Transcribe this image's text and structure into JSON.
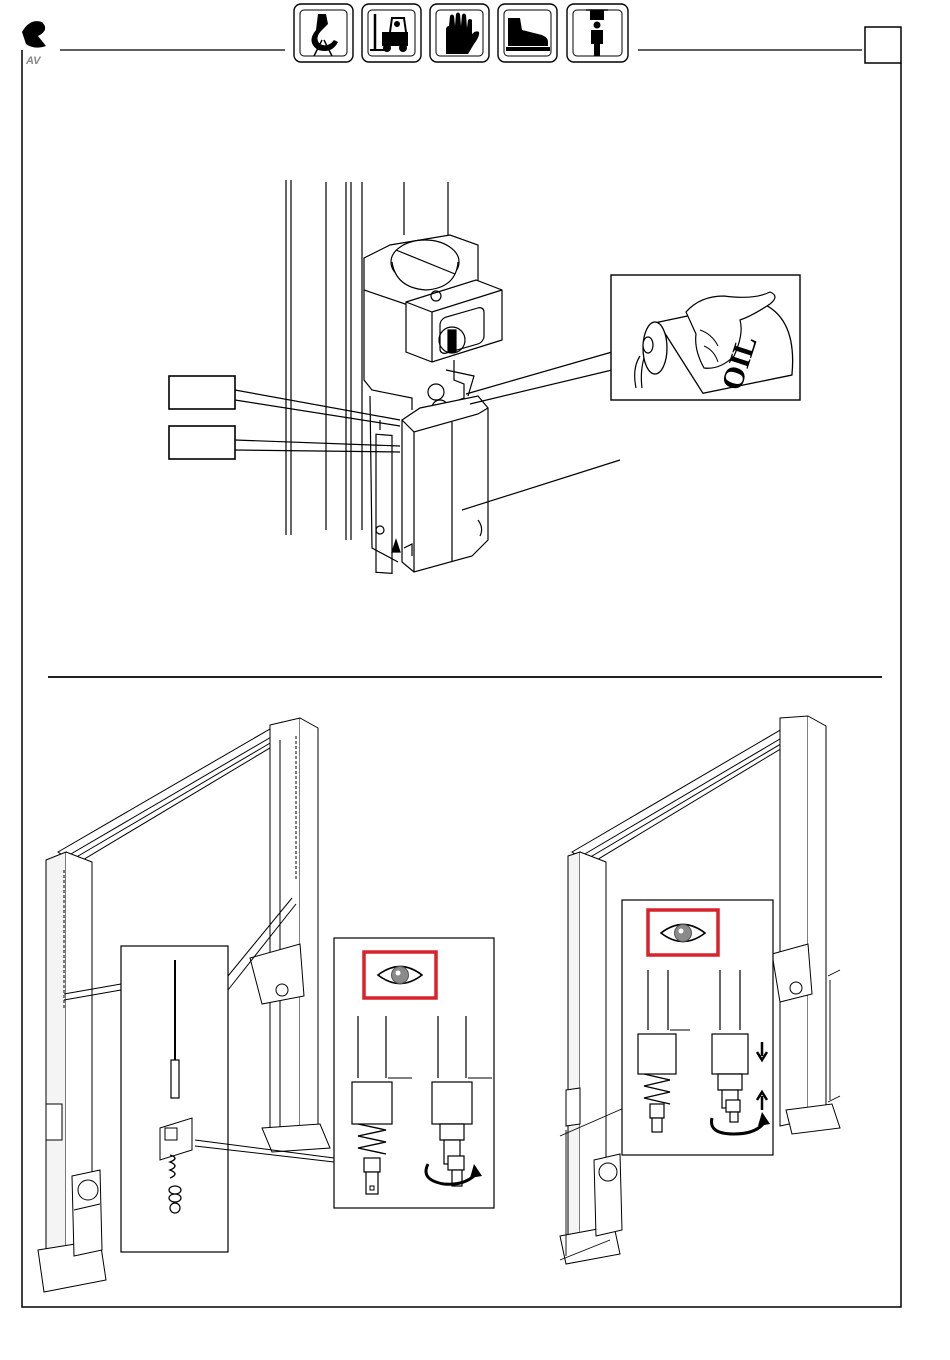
{
  "header": {
    "logo": {
      "name": "brand-logo",
      "text": "AV"
    },
    "safety_icons": [
      {
        "name": "hook-crane-icon"
      },
      {
        "name": "forklift-icon"
      },
      {
        "name": "gloves-icon"
      },
      {
        "name": "safety-shoes-icon"
      },
      {
        "name": "person-load-icon"
      }
    ],
    "page_box_text": ""
  },
  "figure_top": {
    "oil_label": "OIL",
    "callout_boxes": [
      "",
      ""
    ]
  },
  "figure_bottom_left": {
    "inspection_icon": "eye-icon"
  },
  "figure_bottom_right": {
    "inspection_icon": "eye-icon"
  },
  "colors": {
    "line": "#000000",
    "highlight_frame": "#d8232a",
    "pillar_grey": "#f2f2f2"
  }
}
